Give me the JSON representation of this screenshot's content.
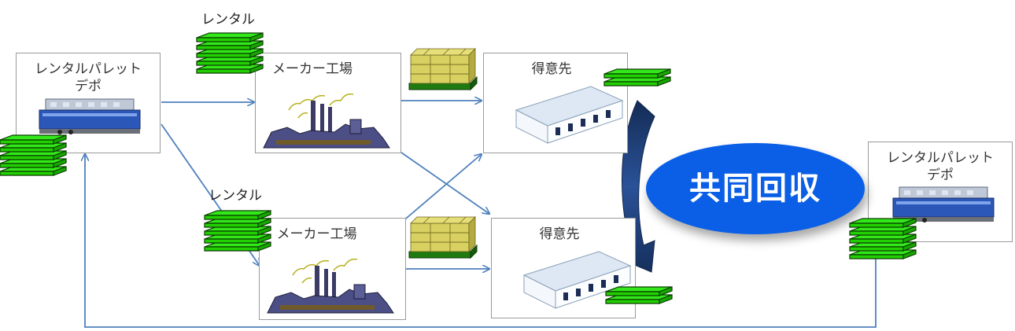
{
  "depot_left": {
    "label_line1": "レンタルパレット",
    "label_line2": "デポ"
  },
  "depot_right": {
    "label_line1": "レンタルパレット",
    "label_line2": "デポ"
  },
  "rental_top": "レンタル",
  "rental_mid": "レンタル",
  "factory_top": "メーカー工場",
  "factory_bottom": "メーカー工場",
  "customer_top": "得意先",
  "customer_bottom": "得意先",
  "joint_collection": "共同回収",
  "colors": {
    "pallet_green": "#22e000",
    "oval_blue": "#0a5fe6",
    "arrow_blue": "#4f81bd",
    "curved_arrow_dark": "#1f3f73"
  }
}
